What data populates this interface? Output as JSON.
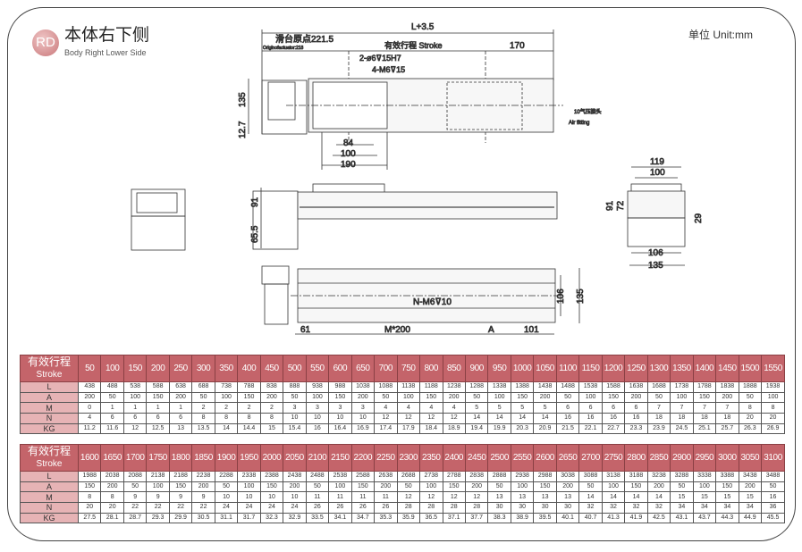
{
  "header": {
    "logo": "RD",
    "title": "本体右下侧",
    "subtitle": "Body Right Lower Side",
    "unit": "单位 Unit:mm"
  },
  "drawing": {
    "top_view": {
      "overall": "L+3.5",
      "origin": "滑台原点221.5",
      "origin_en": "Originofactuator:218",
      "stroke": "有效行程 Stroke",
      "end": "170",
      "holes1": "2-ø6⊽15H7",
      "holes2": "4-M6⊽15",
      "d84": "84",
      "d100": "100",
      "d190": "190",
      "h135": "135",
      "h12": "12.7",
      "air_cn": "10气压接头",
      "air_en": "Air fitting"
    },
    "side_view": {
      "h91": "91",
      "h65": "65.5"
    },
    "bottom_view": {
      "d61": "61",
      "m200": "M*200",
      "a": "A",
      "d101": "101",
      "nholes": "N-M6⊽10",
      "h106": "106",
      "h135": "135"
    },
    "end_view": {
      "w119": "119",
      "w100": "100",
      "h91": "91",
      "h72": "72",
      "h29": "29",
      "w106": "106",
      "w135": "135"
    }
  },
  "tables": [
    {
      "header_cn": "有效行程",
      "header_en": "Stroke",
      "stroke": [
        50,
        100,
        150,
        200,
        250,
        300,
        350,
        400,
        450,
        500,
        550,
        600,
        650,
        700,
        750,
        800,
        850,
        900,
        950,
        1000,
        1050,
        1100,
        1150,
        1200,
        1250,
        1300,
        1350,
        1400,
        1450,
        1500,
        1550
      ],
      "rows": [
        {
          "label": "L",
          "values": [
            438,
            488,
            538,
            588,
            638,
            688,
            738,
            788,
            838,
            888,
            938,
            988,
            1038,
            1088,
            1138,
            1188,
            1238,
            1288,
            1338,
            1388,
            1438,
            1488,
            1538,
            1588,
            1638,
            1688,
            1738,
            1788,
            1838,
            1888,
            1938
          ]
        },
        {
          "label": "A",
          "values": [
            200,
            50,
            100,
            150,
            200,
            50,
            100,
            150,
            200,
            50,
            100,
            150,
            200,
            50,
            100,
            150,
            200,
            50,
            100,
            150,
            200,
            50,
            100,
            150,
            200,
            50,
            100,
            150,
            200,
            50,
            100
          ]
        },
        {
          "label": "M",
          "values": [
            0,
            1,
            1,
            1,
            1,
            2,
            2,
            2,
            2,
            3,
            3,
            3,
            3,
            4,
            4,
            4,
            4,
            5,
            5,
            5,
            5,
            6,
            6,
            6,
            6,
            7,
            7,
            7,
            7,
            8,
            8
          ]
        },
        {
          "label": "N",
          "values": [
            4,
            6,
            6,
            6,
            6,
            8,
            8,
            8,
            8,
            10,
            10,
            10,
            10,
            12,
            12,
            12,
            12,
            14,
            14,
            14,
            14,
            16,
            16,
            16,
            16,
            18,
            18,
            18,
            18,
            20,
            20
          ]
        },
        {
          "label": "KG",
          "values": [
            "11.2",
            "11.6",
            "12",
            "12.5",
            "13",
            "13.5",
            "14",
            "14.4",
            "15",
            "15.4",
            "16",
            "16.4",
            "16.9",
            "17.4",
            "17.9",
            "18.4",
            "18.9",
            "19.4",
            "19.9",
            "20.3",
            "20.9",
            "21.5",
            "22.1",
            "22.7",
            "23.3",
            "23.9",
            "24.5",
            "25.1",
            "25.7",
            "26.3",
            "26.9"
          ]
        }
      ]
    },
    {
      "header_cn": "有效行程",
      "header_en": "Stroke",
      "stroke": [
        1600,
        1650,
        1700,
        1750,
        1800,
        1850,
        1900,
        1950,
        2000,
        2050,
        2100,
        2150,
        2200,
        2250,
        2300,
        2350,
        2400,
        2450,
        2500,
        2550,
        2600,
        2650,
        2700,
        2750,
        2800,
        2850,
        2900,
        2950,
        3000,
        3050,
        3100
      ],
      "rows": [
        {
          "label": "L",
          "values": [
            1988,
            2038,
            2088,
            2138,
            2188,
            2238,
            2288,
            2338,
            2388,
            2438,
            2488,
            2538,
            2588,
            2638,
            2688,
            2738,
            2788,
            2838,
            2888,
            2938,
            2988,
            3038,
            3088,
            3138,
            3188,
            3238,
            3288,
            3338,
            3388,
            3438,
            3488
          ]
        },
        {
          "label": "A",
          "values": [
            150,
            200,
            50,
            100,
            150,
            200,
            50,
            100,
            150,
            200,
            50,
            100,
            150,
            200,
            50,
            100,
            150,
            200,
            50,
            100,
            150,
            200,
            50,
            100,
            150,
            200,
            50,
            100,
            150,
            200,
            50
          ]
        },
        {
          "label": "M",
          "values": [
            8,
            8,
            9,
            9,
            9,
            9,
            10,
            10,
            10,
            10,
            11,
            11,
            11,
            11,
            12,
            12,
            12,
            12,
            13,
            13,
            13,
            13,
            14,
            14,
            14,
            14,
            15,
            15,
            15,
            15,
            16
          ]
        },
        {
          "label": "N",
          "values": [
            20,
            20,
            22,
            22,
            22,
            22,
            24,
            24,
            24,
            24,
            26,
            26,
            26,
            26,
            28,
            28,
            28,
            28,
            30,
            30,
            30,
            30,
            32,
            32,
            32,
            32,
            34,
            34,
            34,
            34,
            36
          ]
        },
        {
          "label": "KG",
          "values": [
            "27.5",
            "28.1",
            "28.7",
            "29.3",
            "29.9",
            "30.5",
            "31.1",
            "31.7",
            "32.3",
            "32.9",
            "33.5",
            "34.1",
            "34.7",
            "35.3",
            "35.9",
            "36.5",
            "37.1",
            "37.7",
            "38.3",
            "38.9",
            "39.5",
            "40.1",
            "40.7",
            "41.3",
            "41.9",
            "42.5",
            "43.1",
            "43.7",
            "44.3",
            "44.9",
            "45.5"
          ]
        }
      ]
    }
  ]
}
